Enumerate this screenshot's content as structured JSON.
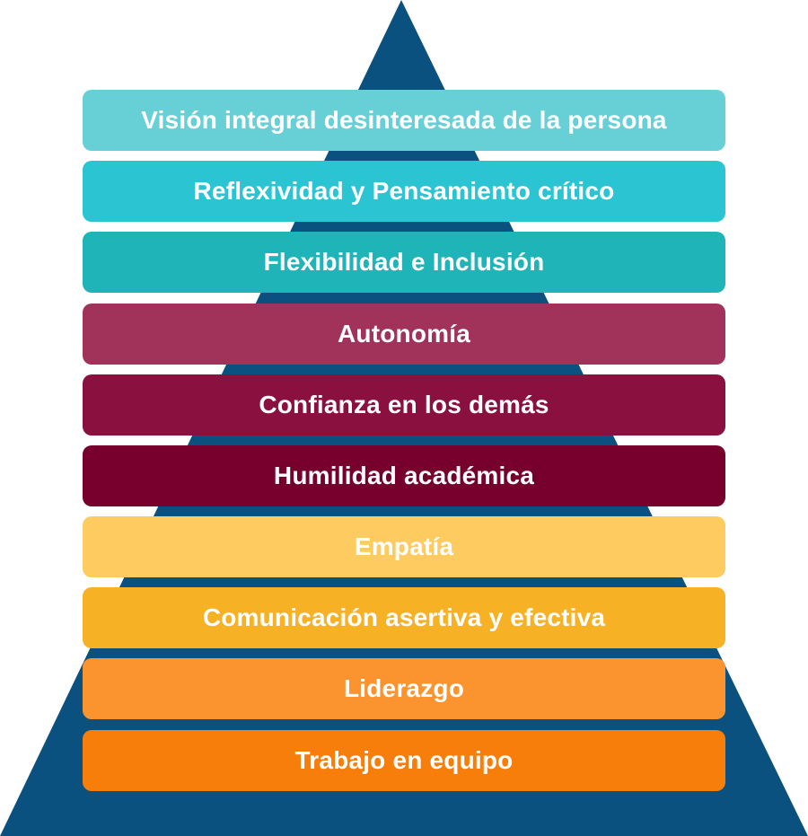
{
  "colors": {
    "pyramid": "#0b5180",
    "text": "#ffffff"
  },
  "layers": [
    {
      "label": "Visión integral desinteresada de la persona",
      "color": "#67d0d7"
    },
    {
      "label": "Reflexividad y Pensamiento crítico",
      "color": "#2bc4d2"
    },
    {
      "label": "Flexibilidad e Inclusión",
      "color": "#1fb4b8"
    },
    {
      "label": "Autonomía",
      "color": "#a1325a"
    },
    {
      "label": "Confianza en los demás",
      "color": "#8a1040"
    },
    {
      "label": "Humilidad académica",
      "color": "#76002b"
    },
    {
      "label": "Empatía",
      "color": "#fdcb5f"
    },
    {
      "label": "Comunicación asertiva y efectiva",
      "color": "#f7b125"
    },
    {
      "label": "Liderazgo",
      "color": "#fb942e"
    },
    {
      "label": "Trabajo en equipo",
      "color": "#f77e0a"
    }
  ]
}
